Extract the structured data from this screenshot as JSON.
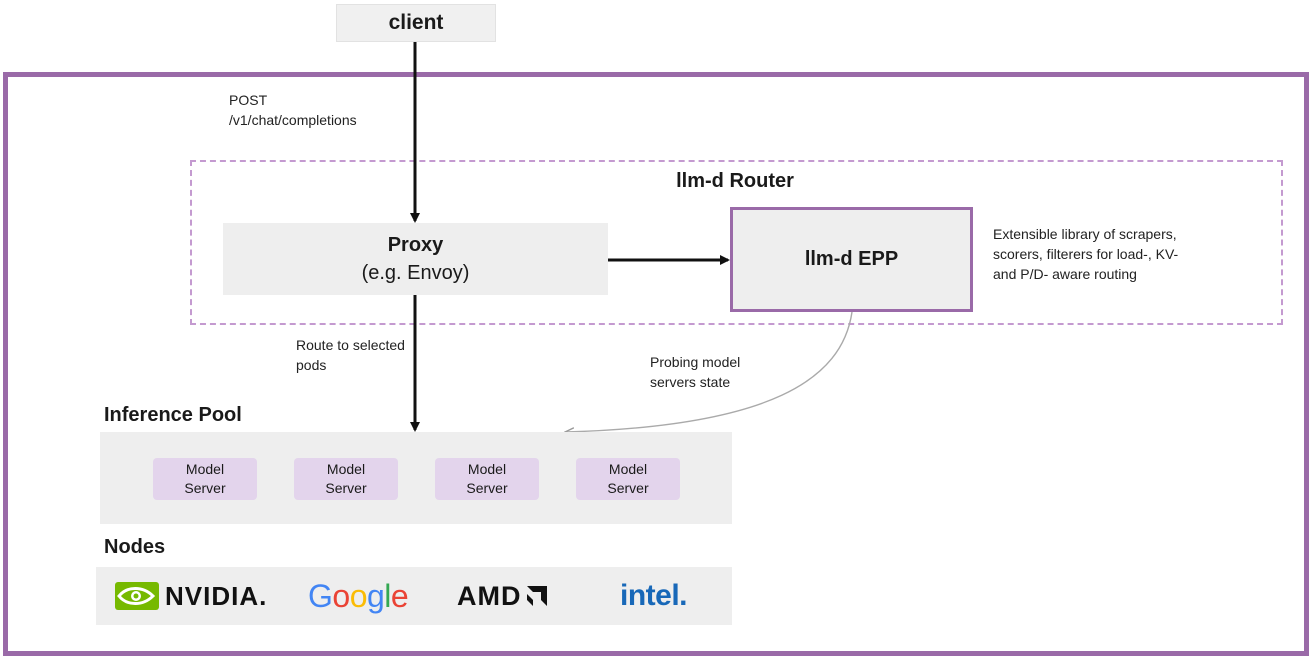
{
  "client": {
    "label": "client"
  },
  "request": {
    "line1": "POST",
    "line2": "/v1/chat/completions"
  },
  "router": {
    "title": "llm-d Router"
  },
  "proxy": {
    "title": "Proxy",
    "subtitle": "(e.g. Envoy)"
  },
  "epp": {
    "title": "llm-d EPP",
    "description": [
      "Extensible library of scrapers,",
      "scorers, filterers for load-, KV-",
      "and P/D- aware routing"
    ]
  },
  "route_label": [
    "Route to selected",
    "pods"
  ],
  "probe_label": [
    "Probing model",
    "servers state"
  ],
  "pool": {
    "title": "Inference Pool",
    "servers": [
      {
        "line1": "Model",
        "line2": "Server"
      },
      {
        "line1": "Model",
        "line2": "Server"
      },
      {
        "line1": "Model",
        "line2": "Server"
      },
      {
        "line1": "Model",
        "line2": "Server"
      }
    ]
  },
  "nodes": {
    "title": "Nodes",
    "logos": [
      {
        "name": "nvidia-logo",
        "text": "NVIDIA."
      },
      {
        "name": "google-logo",
        "text": "Google"
      },
      {
        "name": "amd-logo",
        "text": "AMD"
      },
      {
        "name": "intel-logo",
        "text": "intel."
      }
    ]
  },
  "colors": {
    "accent_purple": "#9a6aa8",
    "dashed_purple": "#c49ad0",
    "server_fill": "#e3d4ec",
    "nvidia_green": "#76b900",
    "intel_blue": "#1868b8"
  }
}
